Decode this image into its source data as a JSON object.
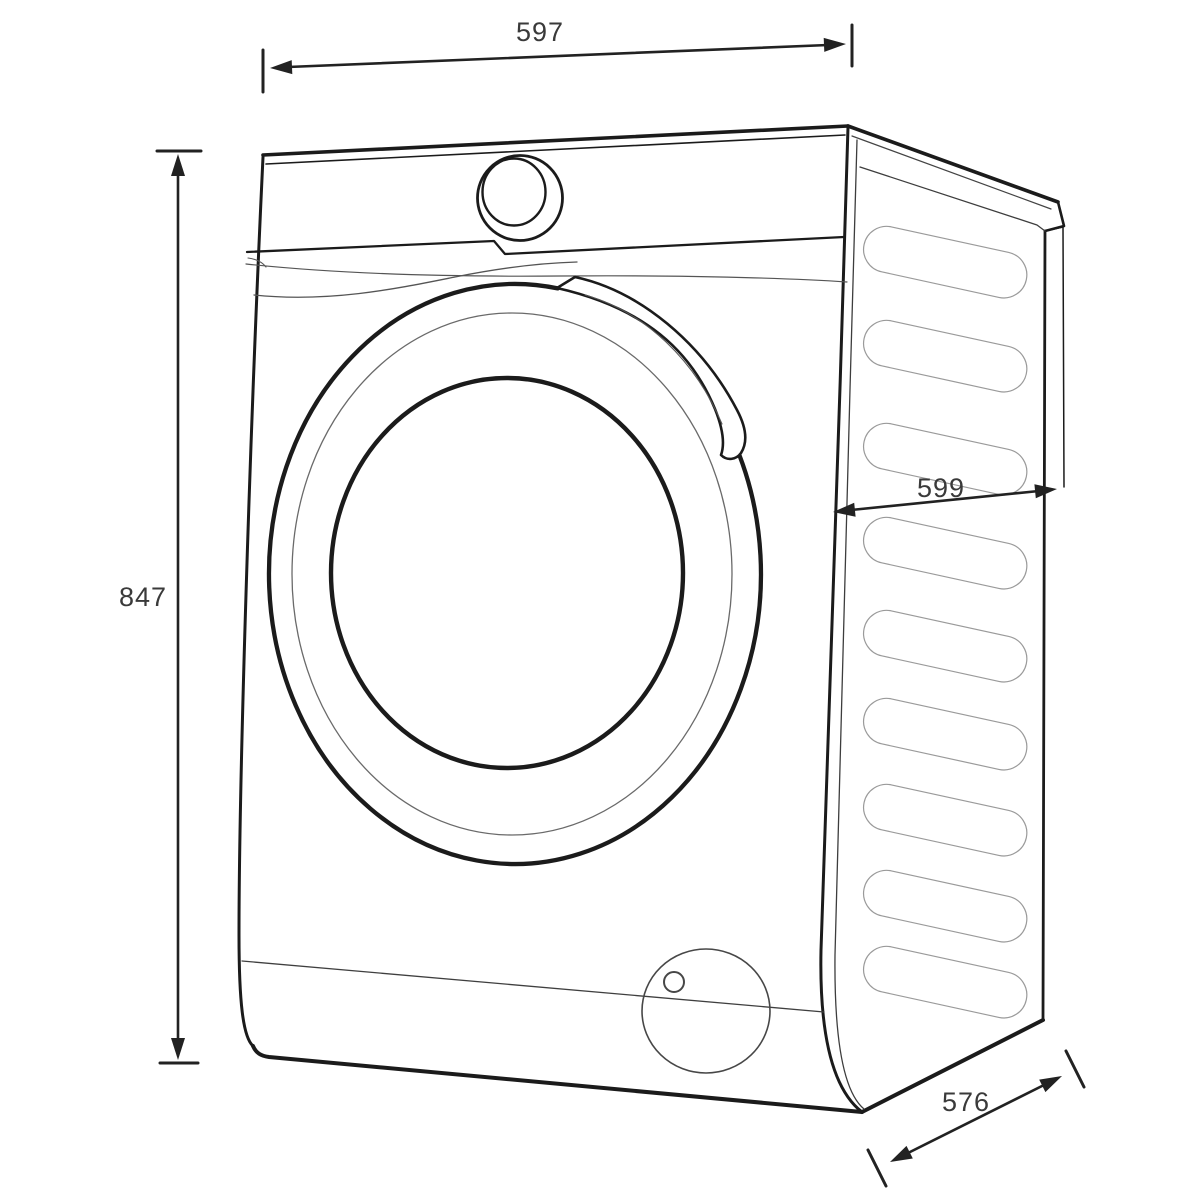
{
  "diagram": {
    "type": "technical-dimension-drawing",
    "subject": "front-load-washing-machine",
    "dimensions": {
      "width_top": "597",
      "height_left": "847",
      "depth_upper": "599",
      "depth_lower": "576"
    },
    "colors": {
      "background": "#ffffff",
      "outline": "#1b1b1b",
      "detail_line": "#5a5a5a",
      "vent_line": "#9a9a9a",
      "dimension_line": "#222222",
      "label_text": "#3a3a3a"
    }
  }
}
